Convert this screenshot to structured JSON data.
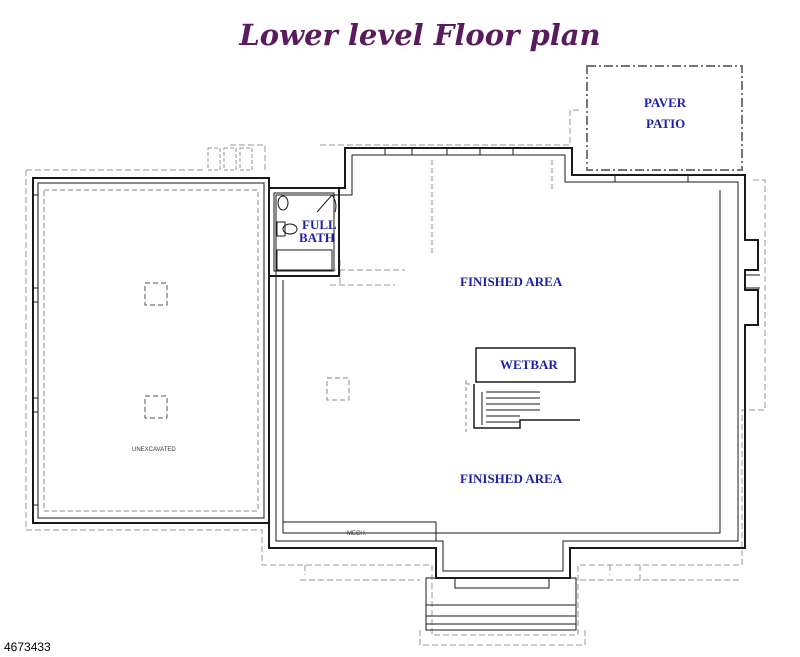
{
  "title": "Lower level Floor plan",
  "rooms": {
    "paver_patio_line1": "PAVER",
    "paver_patio_line2": "PATIO",
    "full_bath_line1": "FULL",
    "full_bath_line2": "BATH",
    "finished_area_top": "FINISHED AREA",
    "finished_area_bottom": "FINISHED AREA",
    "wetbar": "WETBAR",
    "unexcavated": "UNEXCAVATED",
    "mech": "MECH."
  },
  "listing_id": "4673433",
  "colors": {
    "title": "#5a1a5e",
    "labels": "#1f22a8",
    "walls": "#1a1a1a",
    "dashed": "#9a9a9a"
  }
}
